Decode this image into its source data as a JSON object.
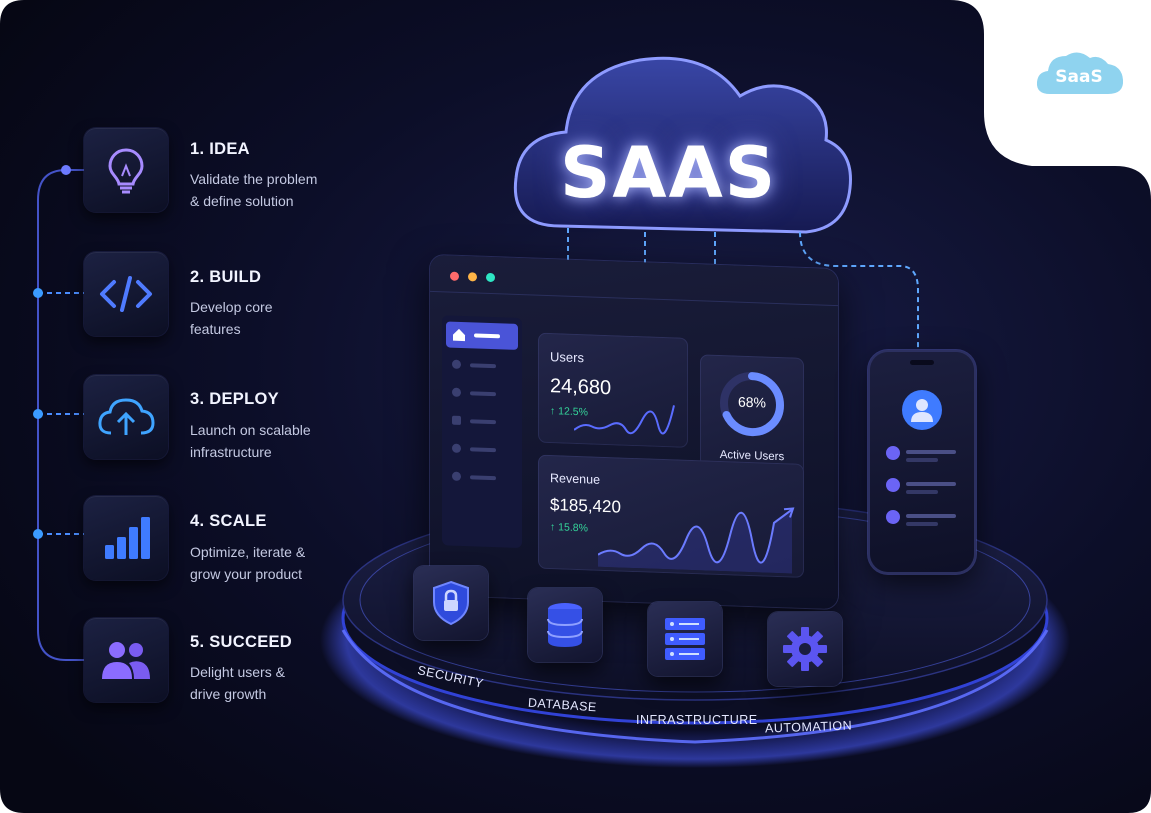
{
  "badge": {
    "label": "SaaS",
    "icon": "cloud-icon"
  },
  "cloud": {
    "label": "SAAS",
    "icon": "cloud-icon"
  },
  "steps": [
    {
      "title": "1. IDEA",
      "desc_line1": "Validate the problem",
      "desc_line2": "& define solution",
      "icon": "lightbulb-icon"
    },
    {
      "title": "2. BUILD",
      "desc_line1": "Develop core",
      "desc_line2": "features",
      "icon": "code-icon"
    },
    {
      "title": "3. DEPLOY",
      "desc_line1": "Launch on scalable",
      "desc_line2": "infrastructure",
      "icon": "cloud-upload-icon"
    },
    {
      "title": "4. SCALE",
      "desc_line1": "Optimize, iterate &",
      "desc_line2": "grow your product",
      "icon": "bar-chart-icon"
    },
    {
      "title": "5. SUCCEED",
      "desc_line1": "Delight users &",
      "desc_line2": "drive growth",
      "icon": "users-icon"
    }
  ],
  "dashboard": {
    "users": {
      "label": "Users",
      "value": "24,680",
      "delta": "↑ 12.5%"
    },
    "active": {
      "label": "Active Users",
      "value": "68%",
      "progress": 0.68
    },
    "revenue": {
      "label": "Revenue",
      "value": "$185,420",
      "delta": "↑ 15.8%"
    }
  },
  "tiles": [
    {
      "label": "SECURITY",
      "icon": "shield-lock-icon"
    },
    {
      "label": "DATABASE",
      "icon": "database-icon"
    },
    {
      "label": "INFRASTRUCTURE",
      "icon": "server-icon"
    },
    {
      "label": "AUTOMATION",
      "icon": "gear-icon"
    }
  ],
  "colors": {
    "background": "#0a0c1f",
    "accent": "#6a7bff",
    "success": "#34d399",
    "badge": "#8fd3ef"
  }
}
